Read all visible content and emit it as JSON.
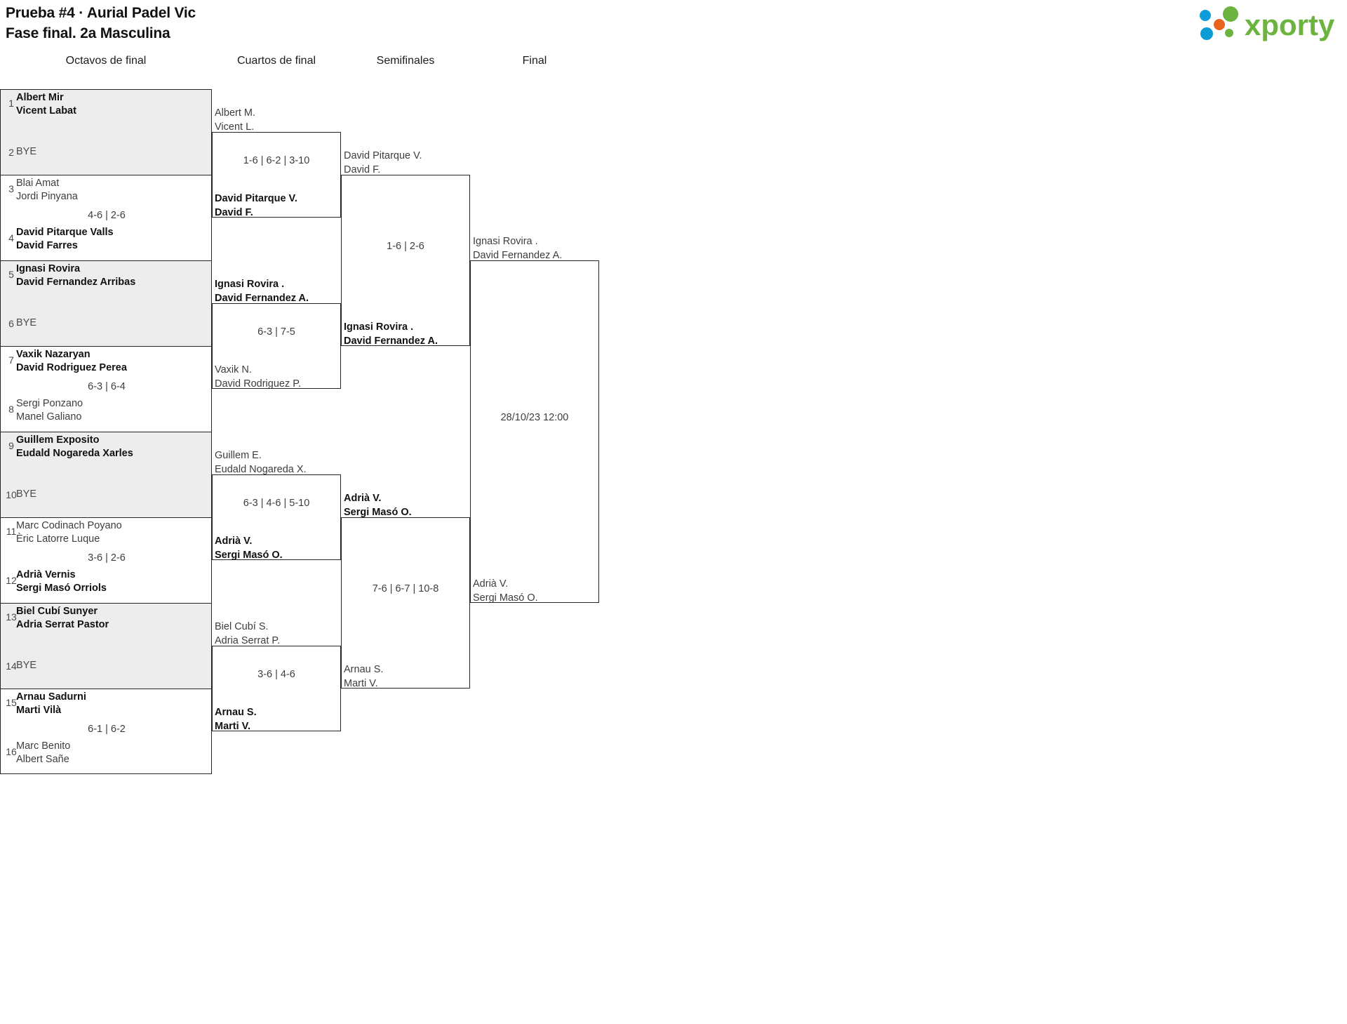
{
  "header": {
    "title_line1": "Prueba #4 · Aurial Padel Vic",
    "title_line2": "Fase final. 2a Masculina",
    "logo_text": "xporty",
    "logo_colors": {
      "green": "#6cb33f",
      "blue": "#0b9dd7",
      "orange": "#e8631b"
    }
  },
  "rounds": [
    {
      "label": "Octavos de final"
    },
    {
      "label": "Cuartos de final"
    },
    {
      "label": "Semifinales"
    },
    {
      "label": "Final"
    }
  ],
  "round1": {
    "matches": [
      {
        "shade": true,
        "top": {
          "seed": "1",
          "p1": "Albert Mir",
          "p2": "Vicent Labat",
          "winner": true
        },
        "bottom": {
          "seed": "2",
          "bye": "BYE",
          "winner": false
        },
        "score": ""
      },
      {
        "shade": false,
        "top": {
          "seed": "3",
          "p1": "Blai Amat",
          "p2": "Jordi Pinyana",
          "winner": false
        },
        "bottom": {
          "seed": "4",
          "p1": "David Pitarque Valls",
          "p2": "David Farres",
          "winner": true
        },
        "score": "4-6 | 2-6"
      },
      {
        "shade": true,
        "top": {
          "seed": "5",
          "p1": "Ignasi Rovira",
          "p2": "David Fernandez Arribas",
          "winner": true
        },
        "bottom": {
          "seed": "6",
          "bye": "BYE",
          "winner": false
        },
        "score": ""
      },
      {
        "shade": false,
        "top": {
          "seed": "7",
          "p1": "Vaxik Nazaryan",
          "p2": "David Rodriguez Perea",
          "winner": true
        },
        "bottom": {
          "seed": "8",
          "p1": "Sergi Ponzano",
          "p2": "Manel Galiano",
          "winner": false
        },
        "score": "6-3 | 6-4"
      },
      {
        "shade": true,
        "top": {
          "seed": "9",
          "p1": "Guillem Exposito",
          "p2": "Eudald Nogareda Xarles",
          "winner": true
        },
        "bottom": {
          "seed": "10",
          "bye": "BYE",
          "winner": false
        },
        "score": ""
      },
      {
        "shade": false,
        "top": {
          "seed": "11",
          "p1": "Marc Codinach Poyano",
          "p2": "Èric Latorre Luque",
          "winner": false
        },
        "bottom": {
          "seed": "12",
          "p1": "Adrià Vernis",
          "p2": "Sergi Masó Orriols",
          "winner": true
        },
        "score": "3-6 | 2-6"
      },
      {
        "shade": true,
        "top": {
          "seed": "13",
          "p1": "Biel Cubí Sunyer",
          "p2": "Adria Serrat Pastor",
          "winner": true
        },
        "bottom": {
          "seed": "14",
          "bye": "BYE",
          "winner": false
        },
        "score": ""
      },
      {
        "shade": false,
        "top": {
          "seed": "15",
          "p1": "Arnau Sadurni",
          "p2": "Marti Vilà",
          "winner": true
        },
        "bottom": {
          "seed": "16",
          "p1": "Marc Benito",
          "p2": "Albert Sañe",
          "winner": false
        },
        "score": "6-1 | 6-2"
      }
    ]
  },
  "round2": {
    "matches": [
      {
        "score": "1-6 | 6-2 | 3-10",
        "top": {
          "p1": "Albert M.",
          "p2": "Vicent L.",
          "winner": false
        },
        "bottom": {
          "p1": "David Pitarque V.",
          "p2": "David F.",
          "winner": true
        }
      },
      {
        "score": "6-3 | 7-5",
        "top": {
          "p1": "Ignasi Rovira .",
          "p2": "David Fernandez A.",
          "winner": true
        },
        "bottom": {
          "p1": "Vaxik N.",
          "p2": "David Rodriguez P.",
          "winner": false
        }
      },
      {
        "score": "6-3 | 4-6 | 5-10",
        "top": {
          "p1": "Guillem E.",
          "p2": "Eudald Nogareda X.",
          "winner": false
        },
        "bottom": {
          "p1": "Adrià V.",
          "p2": "Sergi Masó O.",
          "winner": true
        }
      },
      {
        "score": "3-6 | 4-6",
        "top": {
          "p1": "Biel Cubí S.",
          "p2": "Adria Serrat P.",
          "winner": false
        },
        "bottom": {
          "p1": "Arnau S.",
          "p2": "Marti V.",
          "winner": true
        }
      }
    ]
  },
  "round3": {
    "matches": [
      {
        "score": "1-6 | 2-6",
        "top": {
          "p1": "David Pitarque V.",
          "p2": "David F.",
          "winner": false
        },
        "bottom": {
          "p1": "Ignasi Rovira .",
          "p2": "David Fernandez A.",
          "winner": true
        }
      },
      {
        "score": "7-6 | 6-7 | 10-8",
        "top": {
          "p1": "Adrià V.",
          "p2": "Sergi Masó O.",
          "winner": true
        },
        "bottom": {
          "p1": "Arnau S.",
          "p2": "Marti V.",
          "winner": false
        }
      }
    ]
  },
  "round4": {
    "match": {
      "score": "28/10/23 12:00",
      "top": {
        "p1": "Ignasi Rovira .",
        "p2": "David Fernandez A.",
        "winner": false
      },
      "bottom": {
        "p1": "Adrià V.",
        "p2": "Sergi Masó O.",
        "winner": false
      }
    }
  }
}
